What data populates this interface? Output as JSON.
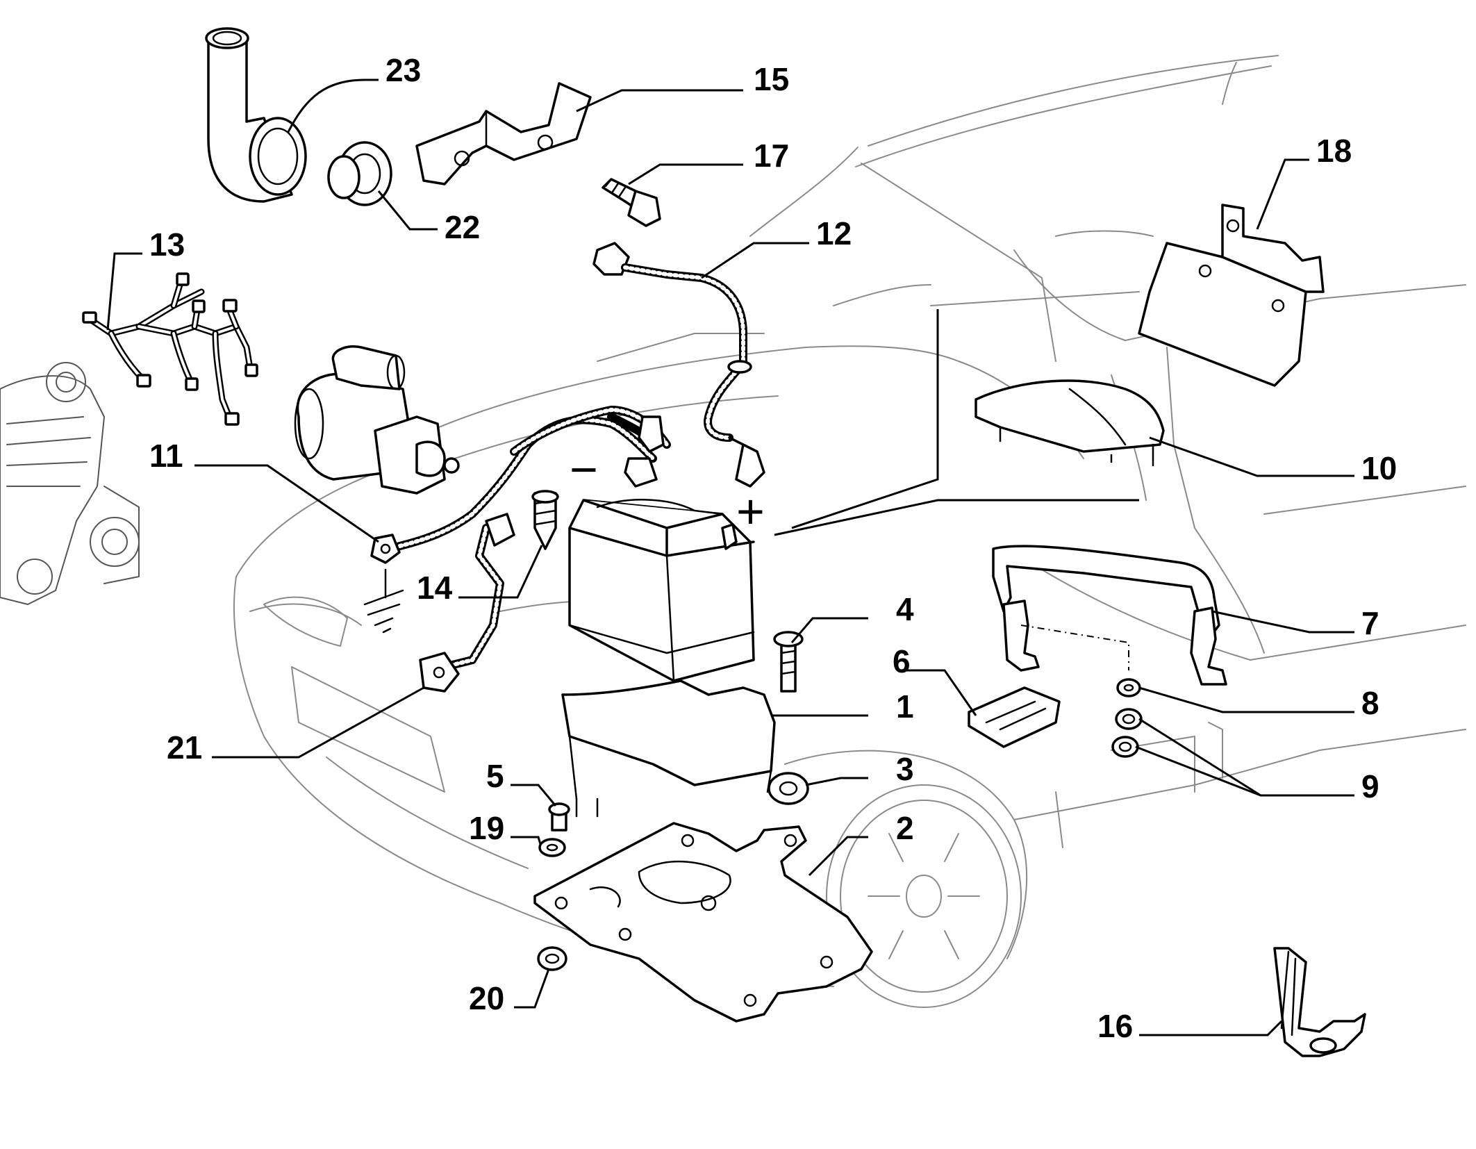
{
  "callouts": {
    "c1": "1",
    "c2": "2",
    "c3": "3",
    "c4": "4",
    "c5": "5",
    "c6": "6",
    "c7": "7",
    "c8": "8",
    "c9": "9",
    "c10": "10",
    "c11": "11",
    "c12": "12",
    "c13": "13",
    "c14": "14",
    "c15": "15",
    "c16": "16",
    "c17": "17",
    "c18": "18",
    "c19": "19",
    "c20": "20",
    "c21": "21",
    "c22": "22",
    "c23": "23"
  },
  "terminal_symbols": {
    "positive": "+",
    "negative": "−"
  },
  "colors": {
    "line": "#000000",
    "background_car": "#8a8a8a",
    "background": "#ffffff"
  }
}
